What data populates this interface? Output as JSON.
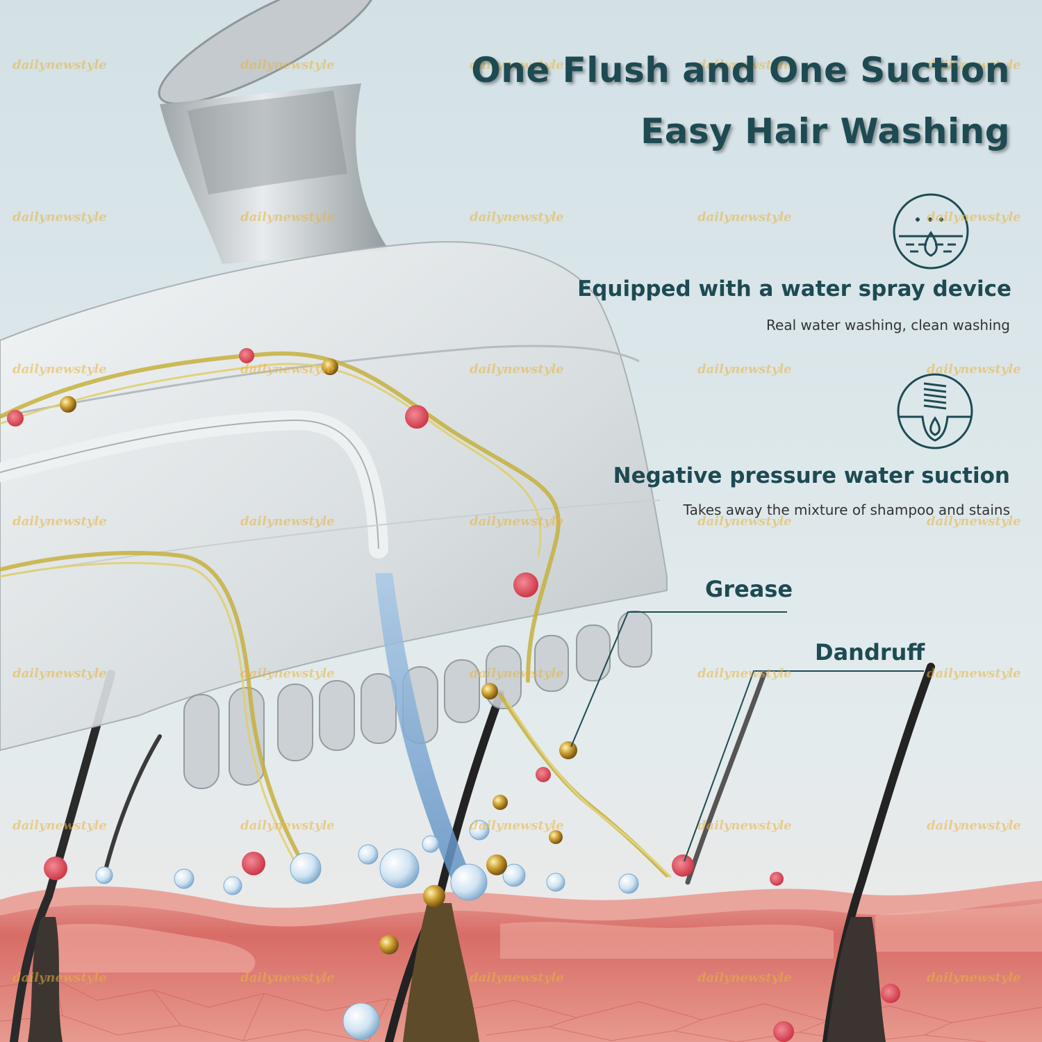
{
  "headline": {
    "line1": "One Flush and One Suction",
    "line2": "Easy Hair Washing"
  },
  "features": [
    {
      "icon": "water-spray-icon",
      "title": "Equipped with a water spray device",
      "subtitle": "Real water washing, clean washing"
    },
    {
      "icon": "suction-spring-icon",
      "title": "Negative pressure water suction",
      "subtitle": "Takes away the mixture of shampoo and stains"
    }
  ],
  "callouts": {
    "grease": "Grease",
    "dandruff": "Dandruff"
  },
  "watermark": "dailynewstyle",
  "colors": {
    "text": "#1e4a52",
    "skin": "#d96a63",
    "water": "#6f9fcf",
    "grease": "#c9b24a",
    "dandruff": "#d8434f",
    "watermark": "#e8b23c"
  }
}
